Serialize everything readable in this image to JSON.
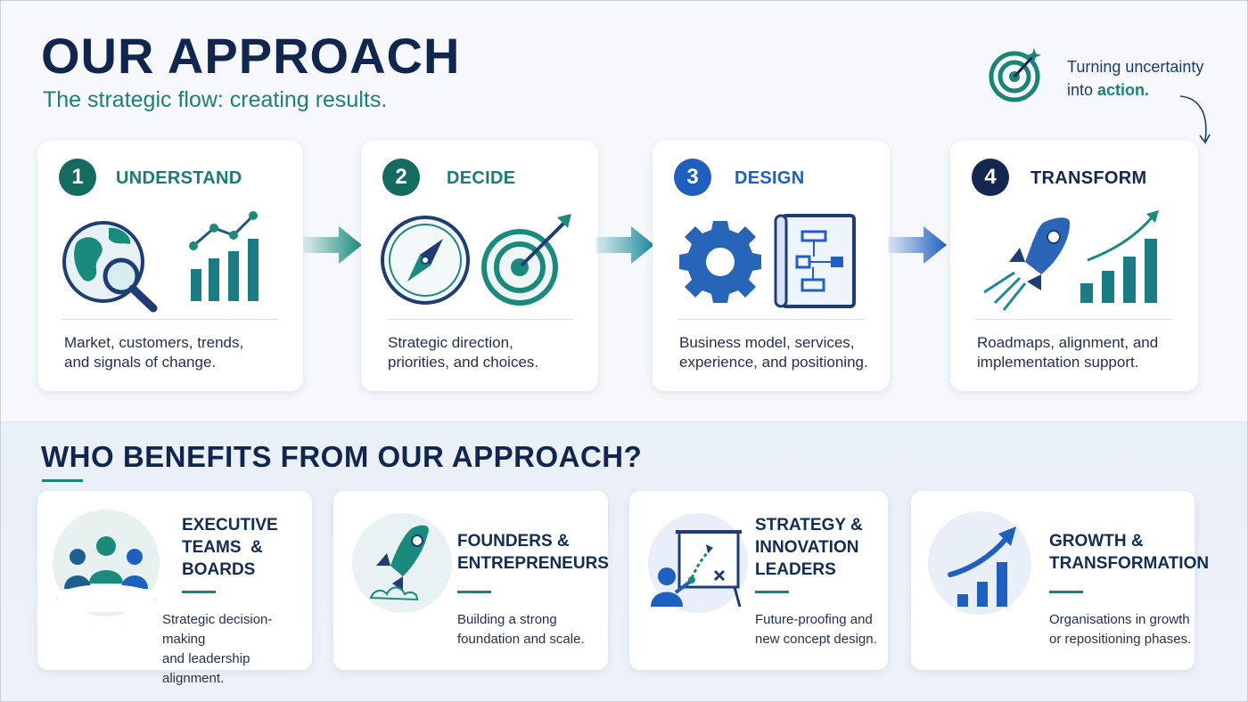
{
  "header": {
    "title": "OUR APPROACH",
    "subtitle": "The strategic flow: creating results.",
    "tagline_line1": "Turning uncertainty",
    "tagline_into": "into ",
    "tagline_accent": "action."
  },
  "steps": [
    {
      "number": "1",
      "title": "UNDERSTAND",
      "desc_line1": "Market, customers, trends,",
      "desc_line2": "and signals of change.",
      "icons": [
        "globe-magnifier-icon",
        "growth-chart-icon"
      ]
    },
    {
      "number": "2",
      "title": "DECIDE",
      "desc_line1": "Strategic direction,",
      "desc_line2": "priorities, and choices.",
      "icons": [
        "compass-icon",
        "target-arrow-icon"
      ]
    },
    {
      "number": "3",
      "title": "DESIGN",
      "desc_line1": "Business model, services,",
      "desc_line2": "experience, and positioning.",
      "icons": [
        "gear-icon",
        "blueprint-icon"
      ]
    },
    {
      "number": "4",
      "title": "TRANSFORM",
      "desc_line1": "Roadmaps, alignment, and",
      "desc_line2": "implementation support.",
      "icons": [
        "rocket-icon",
        "rising-chart-icon"
      ]
    }
  ],
  "benefits": {
    "title": "WHO BENEFITS FROM OUR APPROACH?",
    "items": [
      {
        "title_line1": "EXECUTIVE",
        "title_line2": "TEAMS  &",
        "title_line3": "BOARDS",
        "desc_line1": "Strategic decision-making",
        "desc_line2": "and leadership alignment.",
        "icon": "team-icon"
      },
      {
        "title_line1": "FOUNDERS &",
        "title_line2": "ENTREPRENEURS",
        "title_line3": "",
        "desc_line1": "Building a strong",
        "desc_line2": "foundation and scale.",
        "icon": "rocket-icon"
      },
      {
        "title_line1": "STRATEGY &",
        "title_line2": "INNOVATION",
        "title_line3": "LEADERS",
        "desc_line1": "Future-proofing and",
        "desc_line2": "new concept design.",
        "icon": "strategy-board-icon"
      },
      {
        "title_line1": "GROWTH &",
        "title_line2": "TRANSFORMATION",
        "title_line3": "",
        "desc_line1": "Organisations in growth",
        "desc_line2": "or repositioning phases.",
        "icon": "growth-arrow-icon"
      }
    ]
  },
  "colors": {
    "navy": "#10264f",
    "teal": "#1a8477",
    "blue": "#1f5fbf",
    "dark_navy": "#14284f"
  }
}
